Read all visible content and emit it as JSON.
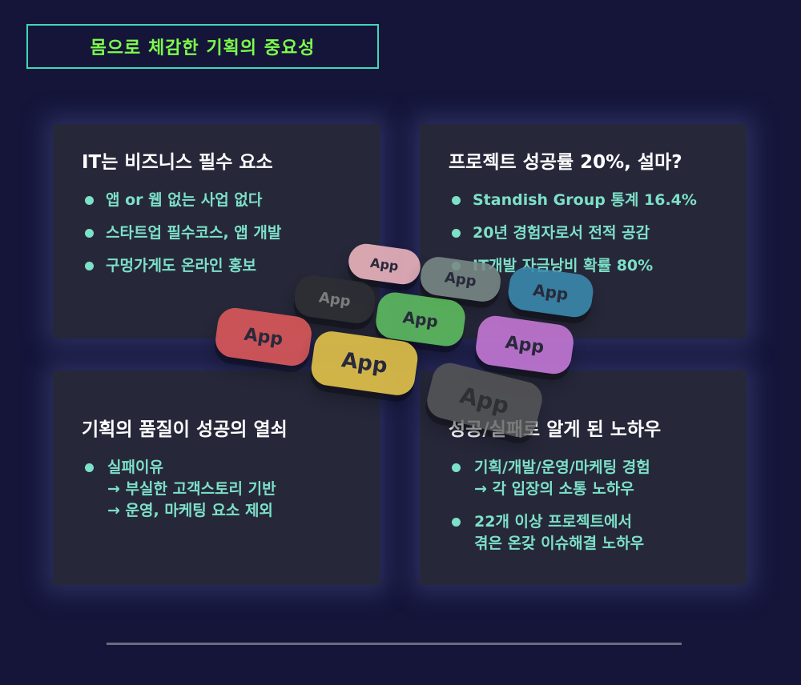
{
  "title": "몸으로 체감한 기획의 중요성",
  "panels": [
    {
      "title": "IT는 비즈니스 필수 요소",
      "items": [
        "앱 or 웹 없는 사업 없다",
        "스타트업 필수코스, 앱 개발",
        "구멍가게도 온라인 홍보"
      ]
    },
    {
      "title": "프로젝트 성공률 20%, 설마?",
      "items": [
        "Standish Group 통계 16.4%",
        "20년 경험자로서 전적 공감",
        "IT개발 자금낭비 확률 80%"
      ]
    },
    {
      "title": "기획의 품질이 성공의 열쇠",
      "items": [
        {
          "line1": "실패이유",
          "line2": "→ 부실한 고객스토리 기반",
          "line3": "→ 운영, 마케팅 요소 제외"
        }
      ]
    },
    {
      "title": "성공/실패로 알게 된 노하우",
      "items": [
        {
          "line1": "기획/개발/운영/마케팅 경험",
          "line2": "→ 각 입장의 소통 노하우"
        },
        {
          "line1": "22개 이상 프로젝트에서",
          "line2": "겪은 온갖 이슈해결 노하우"
        }
      ]
    }
  ],
  "app_keys": [
    {
      "label": "App",
      "color": "#f0b8c0"
    },
    {
      "label": "App",
      "color": "#7a8a86"
    },
    {
      "label": "App",
      "color": "#2e2e34"
    },
    {
      "label": "App",
      "color": "#5fc060"
    },
    {
      "label": "App",
      "color": "#3a8ab0"
    },
    {
      "label": "App",
      "color": "#e05a5a"
    },
    {
      "label": "App",
      "color": "#e8c84a"
    },
    {
      "label": "App",
      "color": "#c87ad8"
    },
    {
      "label": "App",
      "color": "#5a5a5a"
    }
  ]
}
